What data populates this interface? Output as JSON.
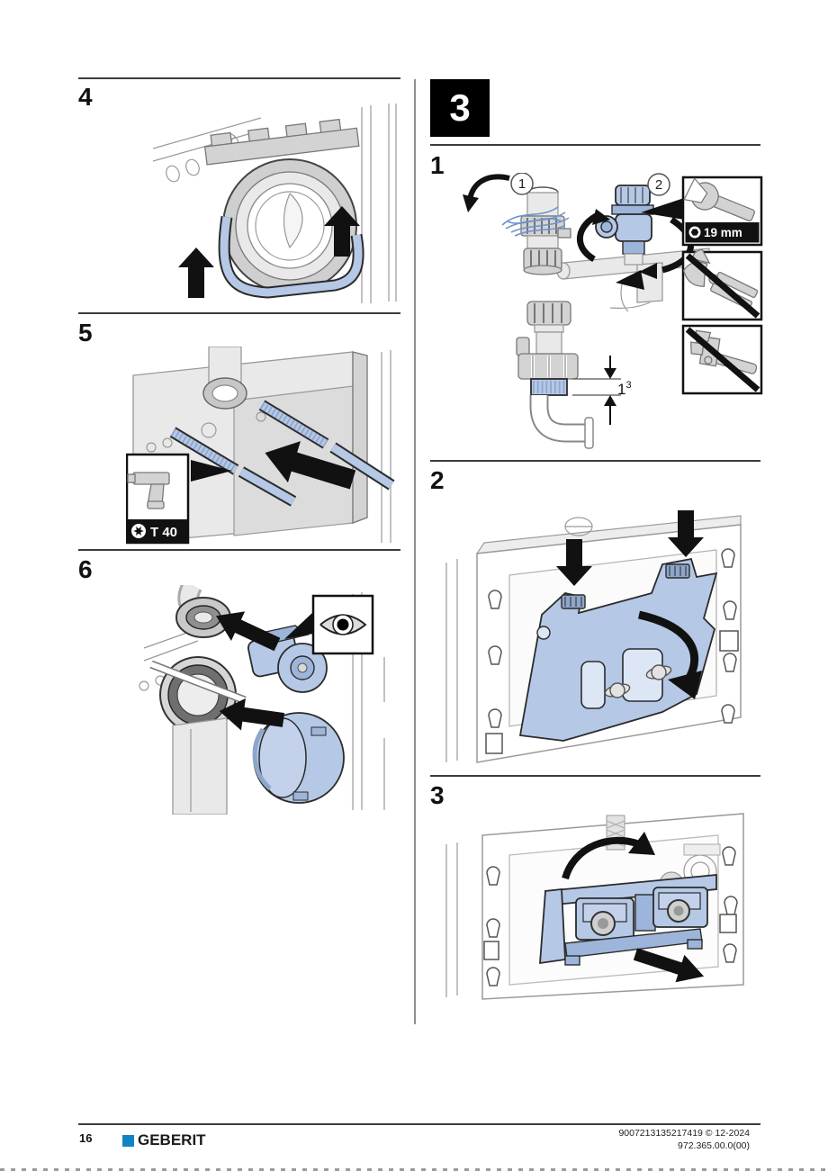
{
  "steps_left": [
    {
      "num": "4"
    },
    {
      "num": "5"
    },
    {
      "num": "6"
    }
  ],
  "section": {
    "number": "3"
  },
  "steps_right": [
    {
      "num": "1"
    },
    {
      "num": "2"
    },
    {
      "num": "3"
    }
  ],
  "labels": {
    "torx": "T 40",
    "wrench_size": "19 mm",
    "callout_1": "1",
    "callout_2": "2",
    "dimension_value": "1",
    "dimension_sup": "3"
  },
  "footer": {
    "page_number": "16",
    "brand": "GEBERIT",
    "doc_line1": "9007213135217419 © 12-2024",
    "doc_line2": "972.365.00.0(00)"
  },
  "colors": {
    "part_blue": "#b5c8e6",
    "part_blue_dark": "#9db5da",
    "brand_blue": "#1183c5",
    "ink": "#111111",
    "rule_gray": "#3c3c3c",
    "line_gray": "#8f8f8f"
  }
}
